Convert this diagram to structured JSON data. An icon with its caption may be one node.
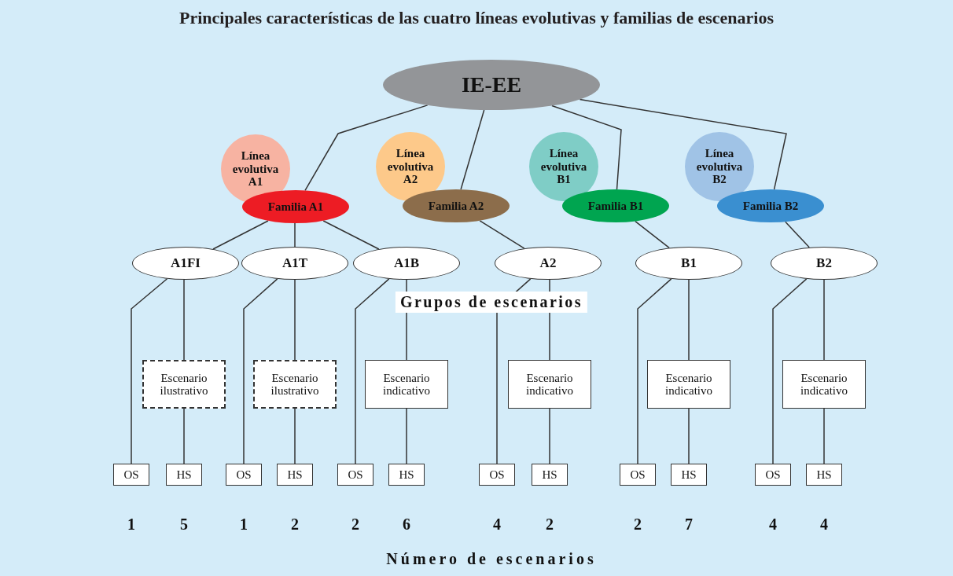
{
  "diagram": {
    "title": "Principales características de las cuatro líneas evolutivas y familias de escenarios",
    "nodes": [
      {
        "text": [
          "IE-EE"
        ]
      },
      {
        "text": [
          "Línea evolutiva A1"
        ]
      },
      {
        "text": [
          "Familia A1"
        ]
      },
      {
        "text": [
          "Línea evolutiva A2"
        ]
      },
      {
        "text": [
          "Familia A2"
        ]
      },
      {
        "text": [
          "Línea evolutiva B1"
        ]
      },
      {
        "text": [
          "Familia B1"
        ]
      },
      {
        "text": [
          "Línea evolutiva B2"
        ]
      },
      {
        "text": [
          "Familia B2"
        ]
      },
      {
        "text": [
          "A1FI"
        ]
      },
      {
        "text": [
          "A1T"
        ]
      },
      {
        "text": [
          "A1B"
        ]
      },
      {
        "text": [
          "A2"
        ]
      },
      {
        "text": [
          "B1"
        ]
      },
      {
        "text": [
          "B2"
        ]
      },
      {
        "text": [
          "Escenario ilustrativo"
        ]
      },
      {
        "text": [
          "Escenario ilustrativo"
        ]
      },
      {
        "text": [
          "Escenario indicativo"
        ]
      },
      {
        "text": [
          "Escenario indicativo"
        ]
      },
      {
        "text": [
          "Escenario indicativo"
        ]
      },
      {
        "text": [
          "Escenario indicativo"
        ]
      },
      {
        "text": [
          "OS"
        ]
      },
      {
        "text": [
          "HS"
        ]
      },
      {
        "text": [
          "OS"
        ]
      },
      {
        "text": [
          "HS"
        ]
      },
      {
        "text": [
          "OS"
        ]
      },
      {
        "text": [
          "HS"
        ]
      },
      {
        "text": [
          "OS"
        ]
      },
      {
        "text": [
          "HS"
        ]
      },
      {
        "text": [
          "OS"
        ]
      },
      {
        "text": [
          "HS"
        ]
      },
      {
        "text": [
          "OS"
        ]
      },
      {
        "text": [
          "HS"
        ]
      }
    ],
    "edges": [
      {
        "from": 0,
        "to": 2,
        "arrow": "none"
      },
      {
        "from": 0,
        "to": 4,
        "arrow": "none"
      },
      {
        "from": 0,
        "to": 6,
        "arrow": "none"
      },
      {
        "from": 0,
        "to": 8,
        "arrow": "none"
      },
      {
        "from": 2,
        "to": 9,
        "arrow": "none"
      },
      {
        "from": 2,
        "to": 10,
        "arrow": "none"
      },
      {
        "from": 2,
        "to": 11,
        "arrow": "none"
      },
      {
        "from": 4,
        "to": 12,
        "arrow": "none"
      },
      {
        "from": 6,
        "to": 13,
        "arrow": "none"
      },
      {
        "from": 8,
        "to": 14,
        "arrow": "none"
      },
      {
        "from": 9,
        "to": 21,
        "arrow": "none"
      },
      {
        "from": 9,
        "to": 15,
        "arrow": "none"
      },
      {
        "from": 15,
        "to": 22,
        "arrow": "none"
      },
      {
        "from": 10,
        "to": 23,
        "arrow": "none"
      },
      {
        "from": 10,
        "to": 16,
        "arrow": "none"
      },
      {
        "from": 16,
        "to": 24,
        "arrow": "none"
      },
      {
        "from": 11,
        "to": 25,
        "arrow": "none"
      },
      {
        "from": 11,
        "to": 17,
        "arrow": "none"
      },
      {
        "from": 17,
        "to": 26,
        "arrow": "none"
      },
      {
        "from": 12,
        "to": 27,
        "arrow": "none"
      },
      {
        "from": 12,
        "to": 18,
        "arrow": "none"
      },
      {
        "from": 18,
        "to": 28,
        "arrow": "none"
      },
      {
        "from": 13,
        "to": 29,
        "arrow": "none"
      },
      {
        "from": 13,
        "to": 19,
        "arrow": "none"
      },
      {
        "from": 19,
        "to": 30,
        "arrow": "none"
      },
      {
        "from": 14,
        "to": 31,
        "arrow": "none"
      },
      {
        "from": 14,
        "to": 20,
        "arrow": "none"
      },
      {
        "from": 20,
        "to": 32,
        "arrow": "none"
      }
    ],
    "labels": [
      "Grupos de escenarios",
      "1",
      "5",
      "1",
      "2",
      "2",
      "6",
      "4",
      "2",
      "2",
      "7",
      "4",
      "4",
      "Número de escenarios"
    ]
  }
}
